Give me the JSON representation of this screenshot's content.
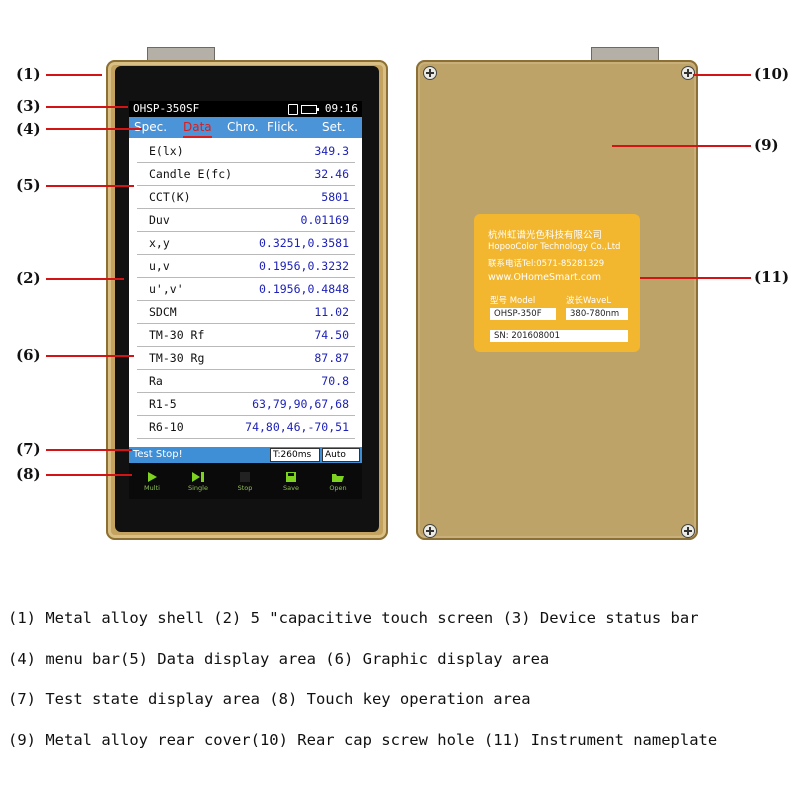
{
  "device_screen": {
    "model": "OHSP-350SF",
    "time": "09:16",
    "menu": [
      "Spec.",
      "Data",
      "Chro.",
      "Flick.",
      "Set."
    ],
    "rows": [
      {
        "label": "E(lx)",
        "value": "349.3"
      },
      {
        "label": "Candle E(fc)",
        "value": "32.46"
      },
      {
        "label": "CCT(K)",
        "value": "5801"
      },
      {
        "label": "Duv",
        "value": "0.01169"
      },
      {
        "label": "x,y",
        "value": "0.3251,0.3581"
      },
      {
        "label": "u,v",
        "value": "0.1956,0.3232"
      },
      {
        "label": "u',v'",
        "value": "0.1956,0.4848"
      },
      {
        "label": "SDCM",
        "value": "11.02"
      },
      {
        "label": "TM-30 Rf",
        "value": "74.50"
      },
      {
        "label": "TM-30 Rg",
        "value": "87.87"
      },
      {
        "label": "Ra",
        "value": "70.8"
      },
      {
        "label": "R1-5",
        "value": "63,79,90,67,68"
      },
      {
        "label": "R6-10",
        "value": "74,80,46,-70,51"
      }
    ],
    "test_status": "Test Stop!",
    "test_time": "T:260ms",
    "test_mode": "Auto",
    "keys": [
      {
        "label": "Multi",
        "icon": "play-icon"
      },
      {
        "label": "Single",
        "icon": "step-icon"
      },
      {
        "label": "Stop",
        "icon": "stop-icon"
      },
      {
        "label": "Save",
        "icon": "save-icon"
      },
      {
        "label": "Open",
        "icon": "open-icon"
      }
    ]
  },
  "nameplate": {
    "company_cn": "杭州虹谱光色科技有限公司",
    "company_en": "HopooColor Technology Co.,Ltd",
    "phone": "联系电话Tel:0571-85281329",
    "website": "www.OHomeSmart.com",
    "model_label": "型号 Model",
    "wave_label": "波长WaveL",
    "model_value": "OHSP-350F",
    "wave_value": "380-780nm",
    "serial": "SN: 201608001"
  },
  "callouts": {
    "c1": "(1)",
    "c2": "(2)",
    "c3": "(3)",
    "c4": "(4)",
    "c5": "(5)",
    "c6": "(6)",
    "c7": "(7)",
    "c8": "(8)",
    "c9": "(9)",
    "c10": "(10)",
    "c11": "(11)"
  },
  "captions": [
    "(1) Metal alloy shell (2) 5 \"capacitive touch screen (3) Device status bar",
    "(4) menu bar(5) Data display area (6) Graphic display area",
    "(7) Test state display area (8) Touch key operation area",
    "(9) Metal alloy rear cover(10) Rear cap screw hole (11) Instrument nameplate"
  ],
  "colors": {
    "shell": "#c3a35f",
    "rear_cover": "#bda367",
    "nameplate": "#f2b62f",
    "menu_bar": "#4b94d8",
    "value_text": "#1e22b8",
    "callout_arrow": "#d21414",
    "active_tab": "#d81e1e"
  }
}
